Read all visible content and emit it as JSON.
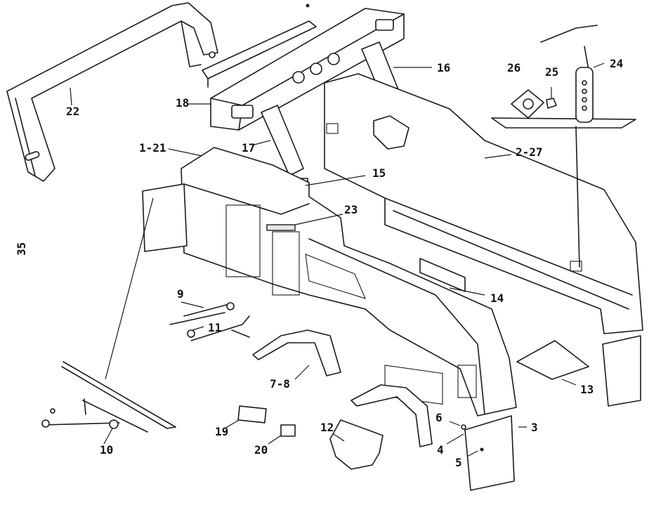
{
  "page_number": "35",
  "callouts": [
    {
      "id": "c1",
      "text": "22"
    },
    {
      "id": "c2",
      "text": "18"
    },
    {
      "id": "c3",
      "text": "17"
    },
    {
      "id": "c4",
      "text": "1-21"
    },
    {
      "id": "c5",
      "text": "16"
    },
    {
      "id": "c6",
      "text": "15"
    },
    {
      "id": "c7",
      "text": "26"
    },
    {
      "id": "c8",
      "text": "25"
    },
    {
      "id": "c9",
      "text": "24"
    },
    {
      "id": "c10",
      "text": "2-27"
    },
    {
      "id": "c11",
      "text": "23"
    },
    {
      "id": "c12",
      "text": "14"
    },
    {
      "id": "c13",
      "text": "9"
    },
    {
      "id": "c14",
      "text": "11"
    },
    {
      "id": "c15",
      "text": "7-8"
    },
    {
      "id": "c16",
      "text": "13"
    },
    {
      "id": "c17",
      "text": "6"
    },
    {
      "id": "c18",
      "text": "3"
    },
    {
      "id": "c19",
      "text": "4"
    },
    {
      "id": "c20",
      "text": "5"
    },
    {
      "id": "c21",
      "text": "12"
    },
    {
      "id": "c22",
      "text": "19"
    },
    {
      "id": "c23",
      "text": "20"
    },
    {
      "id": "c24",
      "text": "10"
    }
  ]
}
